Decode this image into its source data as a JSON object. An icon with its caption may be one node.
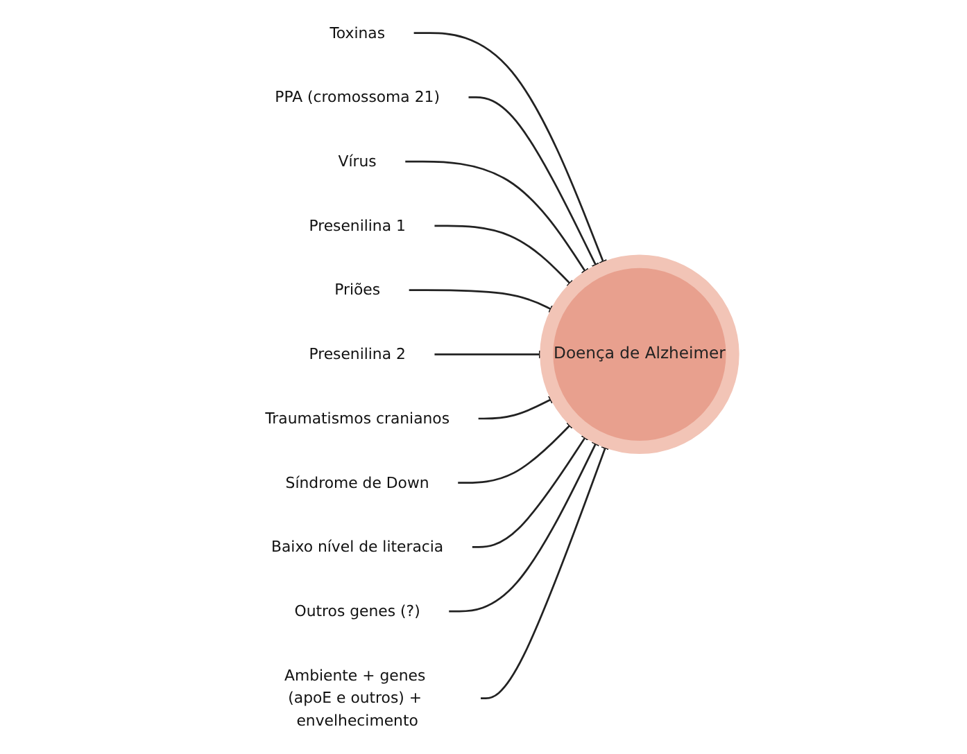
{
  "diagram": {
    "nodes": [
      {
        "text": [
          "Toxinas"
        ]
      },
      {
        "text": [
          "PPA (cromossoma 21)"
        ]
      },
      {
        "text": [
          "Vírus"
        ]
      },
      {
        "text": [
          "Presenilina 1"
        ]
      },
      {
        "text": [
          "Priões"
        ]
      },
      {
        "text": [
          "Doença de Alzheimer"
        ]
      },
      {
        "text": [
          "Presenilina 2"
        ]
      },
      {
        "text": [
          "Traumatismos cranianos"
        ]
      },
      {
        "text": [
          "Síndrome de Down"
        ]
      },
      {
        "text": [
          "Baixo nível de literacia"
        ]
      },
      {
        "text": [
          "Outros genes (?)"
        ]
      },
      {
        "text": [
          "Ambiente + genes (apoE e outros) + envelhecimento"
        ]
      }
    ],
    "edges": [
      {
        "from": 0,
        "to": 5,
        "arrow": "to"
      },
      {
        "from": 1,
        "to": 5,
        "arrow": "to"
      },
      {
        "from": 2,
        "to": 5,
        "arrow": "to"
      },
      {
        "from": 3,
        "to": 5,
        "arrow": "to"
      },
      {
        "from": 4,
        "to": 5,
        "arrow": "to"
      },
      {
        "from": 6,
        "to": 5,
        "arrow": "to"
      },
      {
        "from": 7,
        "to": 5,
        "arrow": "to"
      },
      {
        "from": 8,
        "to": 5,
        "arrow": "to"
      },
      {
        "from": 9,
        "to": 5,
        "arrow": "to"
      },
      {
        "from": 10,
        "to": 5,
        "arrow": "to"
      },
      {
        "from": 11,
        "to": 5,
        "arrow": "to"
      }
    ]
  }
}
